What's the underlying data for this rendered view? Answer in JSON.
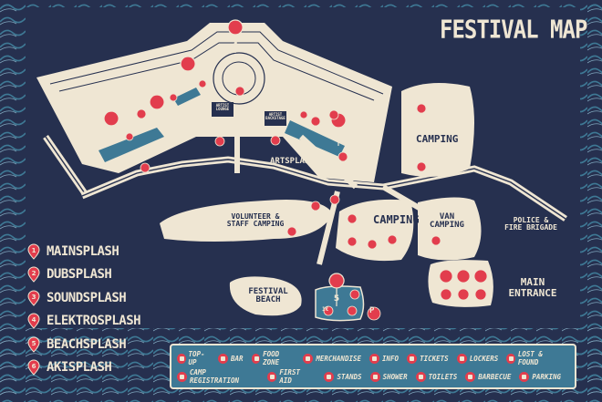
{
  "title": "FESTIVAL MAP",
  "areas": {
    "artsplash": "ARTSPLASH",
    "camping_top": "CAMPING",
    "volunteer": "VOLUNTEER & STAFF CAMPING",
    "camping_mid": "CAMPING",
    "van_camping": "VAN CAMPING",
    "police": "POLICE & FIRE BRIGADE",
    "festival_beach": "FESTIVAL BEACH",
    "main_entrance": "MAIN ENTRANCE",
    "artist_lounge": "ARTIST LOUNGE",
    "artist_backstage": "ARTIST BACKSTAGE"
  },
  "stages": [
    {
      "num": "1",
      "name": "MAINSPLASH"
    },
    {
      "num": "2",
      "name": "DUBSPLASH"
    },
    {
      "num": "3",
      "name": "SOUNDSPLASH"
    },
    {
      "num": "4",
      "name": "ELEKTROSPLASH"
    },
    {
      "num": "5",
      "name": "BEACHSPLASH"
    },
    {
      "num": "6",
      "name": "AKISPLASH"
    }
  ],
  "key_items": [
    [
      {
        "icon": "topup-icon",
        "label": "TOP-UP"
      },
      {
        "icon": "bar-icon",
        "label": "BAR"
      },
      {
        "icon": "food-zone-icon",
        "label": "FOOD ZONE"
      },
      {
        "icon": "merchandise-icon",
        "label": "MERCHANDISE"
      },
      {
        "icon": "info-icon",
        "label": "INFO"
      },
      {
        "icon": "tickets-icon",
        "label": "TICKETS"
      },
      {
        "icon": "lockers-icon",
        "label": "LOCKERS"
      },
      {
        "icon": "lost-found-icon",
        "label": "LOST & FOUND"
      }
    ],
    [
      {
        "icon": "camp-registration-icon",
        "label": "CAMP REGISTRATION"
      },
      {
        "icon": "first-aid-icon",
        "label": "FIRST AID"
      },
      {
        "icon": "stands-icon",
        "label": "STANDS"
      },
      {
        "icon": "shower-icon",
        "label": "SHOWER"
      },
      {
        "icon": "toilets-icon",
        "label": "TOILETS"
      },
      {
        "icon": "barbecue-icon",
        "label": "BARBECUE"
      },
      {
        "icon": "parking-icon",
        "label": "PARKING"
      }
    ]
  ],
  "icon_labels": {
    "topup": "1€",
    "parking": "P"
  },
  "colors": {
    "background": "#26304f",
    "land": "#efe6d3",
    "accent": "#e23d4d",
    "key_panel": "#3e7995",
    "water": "#3e7995"
  }
}
